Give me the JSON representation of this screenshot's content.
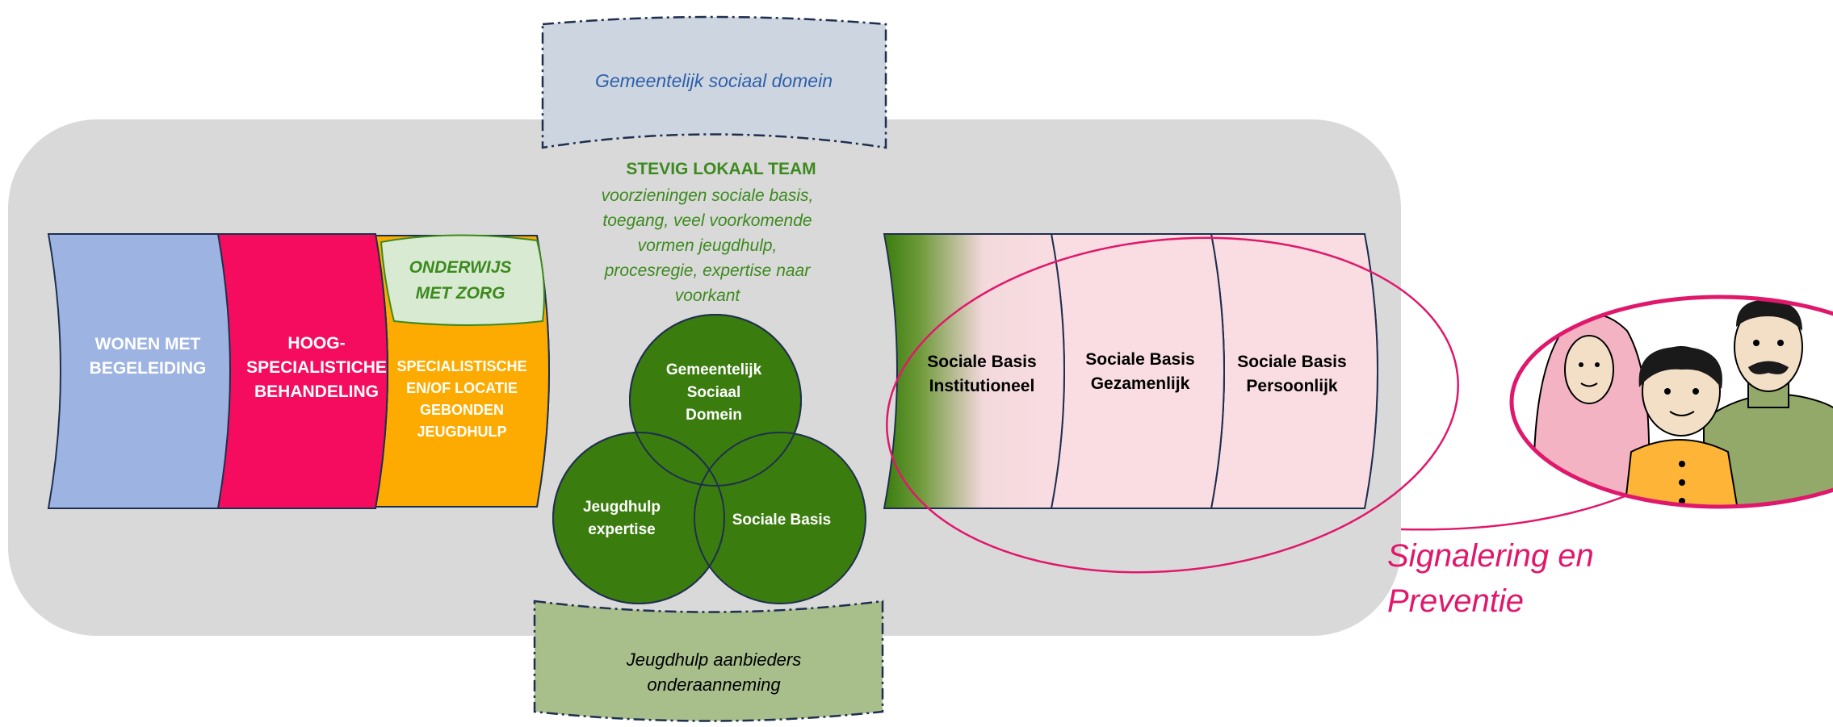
{
  "banner_top": {
    "label": "Gemeentelijk sociaal domein"
  },
  "banner_bottom": {
    "line1": "Jeugdhulp aanbieders",
    "line2": "onderaanneming"
  },
  "team": {
    "title": "STEVIG LOKAAL TEAM",
    "lines": [
      "voorzieningen sociale basis,",
      "toegang, veel voorkomende",
      "vormen jeugdhulp,",
      "procesregie, expertise naar",
      "voorkant"
    ]
  },
  "left_scrolls": {
    "wonen": {
      "lines": [
        "WONEN MET",
        "BEGELEIDING"
      ],
      "color": "#9db3e2"
    },
    "hoog": {
      "lines": [
        "HOOG-",
        "SPECIALISTICHE",
        "BEHANDELING"
      ],
      "color": "#f50c5e"
    },
    "specialistisch": {
      "lines": [
        "SPECIALISTISCHE",
        "EN/OF LOCATIE",
        "GEBONDEN",
        "JEUGDHULP"
      ],
      "color": "#fdab00"
    },
    "onderwijs": {
      "lines": [
        "ONDERWIJS",
        "MET ZORG"
      ],
      "color": "#d9ead3",
      "text_color": "#3c8a1e"
    }
  },
  "venn": {
    "top": {
      "lines": [
        "Gemeentelijk",
        "Sociaal",
        "Domein"
      ]
    },
    "left": {
      "lines": [
        "Jeugdhulp",
        "expertise"
      ]
    },
    "right": {
      "lines": [
        "Sociale Basis"
      ]
    },
    "color": "#3a7d0e"
  },
  "right_scrolls": {
    "institutioneel": {
      "lines": [
        "Sociale Basis",
        "Institutioneel"
      ]
    },
    "gezamenlijk": {
      "lines": [
        "Sociale Basis",
        "Gezamenlijk"
      ]
    },
    "persoonlijk": {
      "lines": [
        "Sociale Basis",
        "Persoonlijk"
      ]
    },
    "color": "#f9dde2"
  },
  "signalering": {
    "line1": "Signalering en",
    "line2": "Preventie",
    "color": "#e0186c"
  },
  "colors": {
    "panel": "#d9d9d9",
    "banner_top": "#cdd6e0",
    "banner_bottom": "#a8bf8c",
    "team_title": "#3c8a1e",
    "team_text": "#3c8a1e",
    "banner_top_text": "#2f5faa"
  }
}
